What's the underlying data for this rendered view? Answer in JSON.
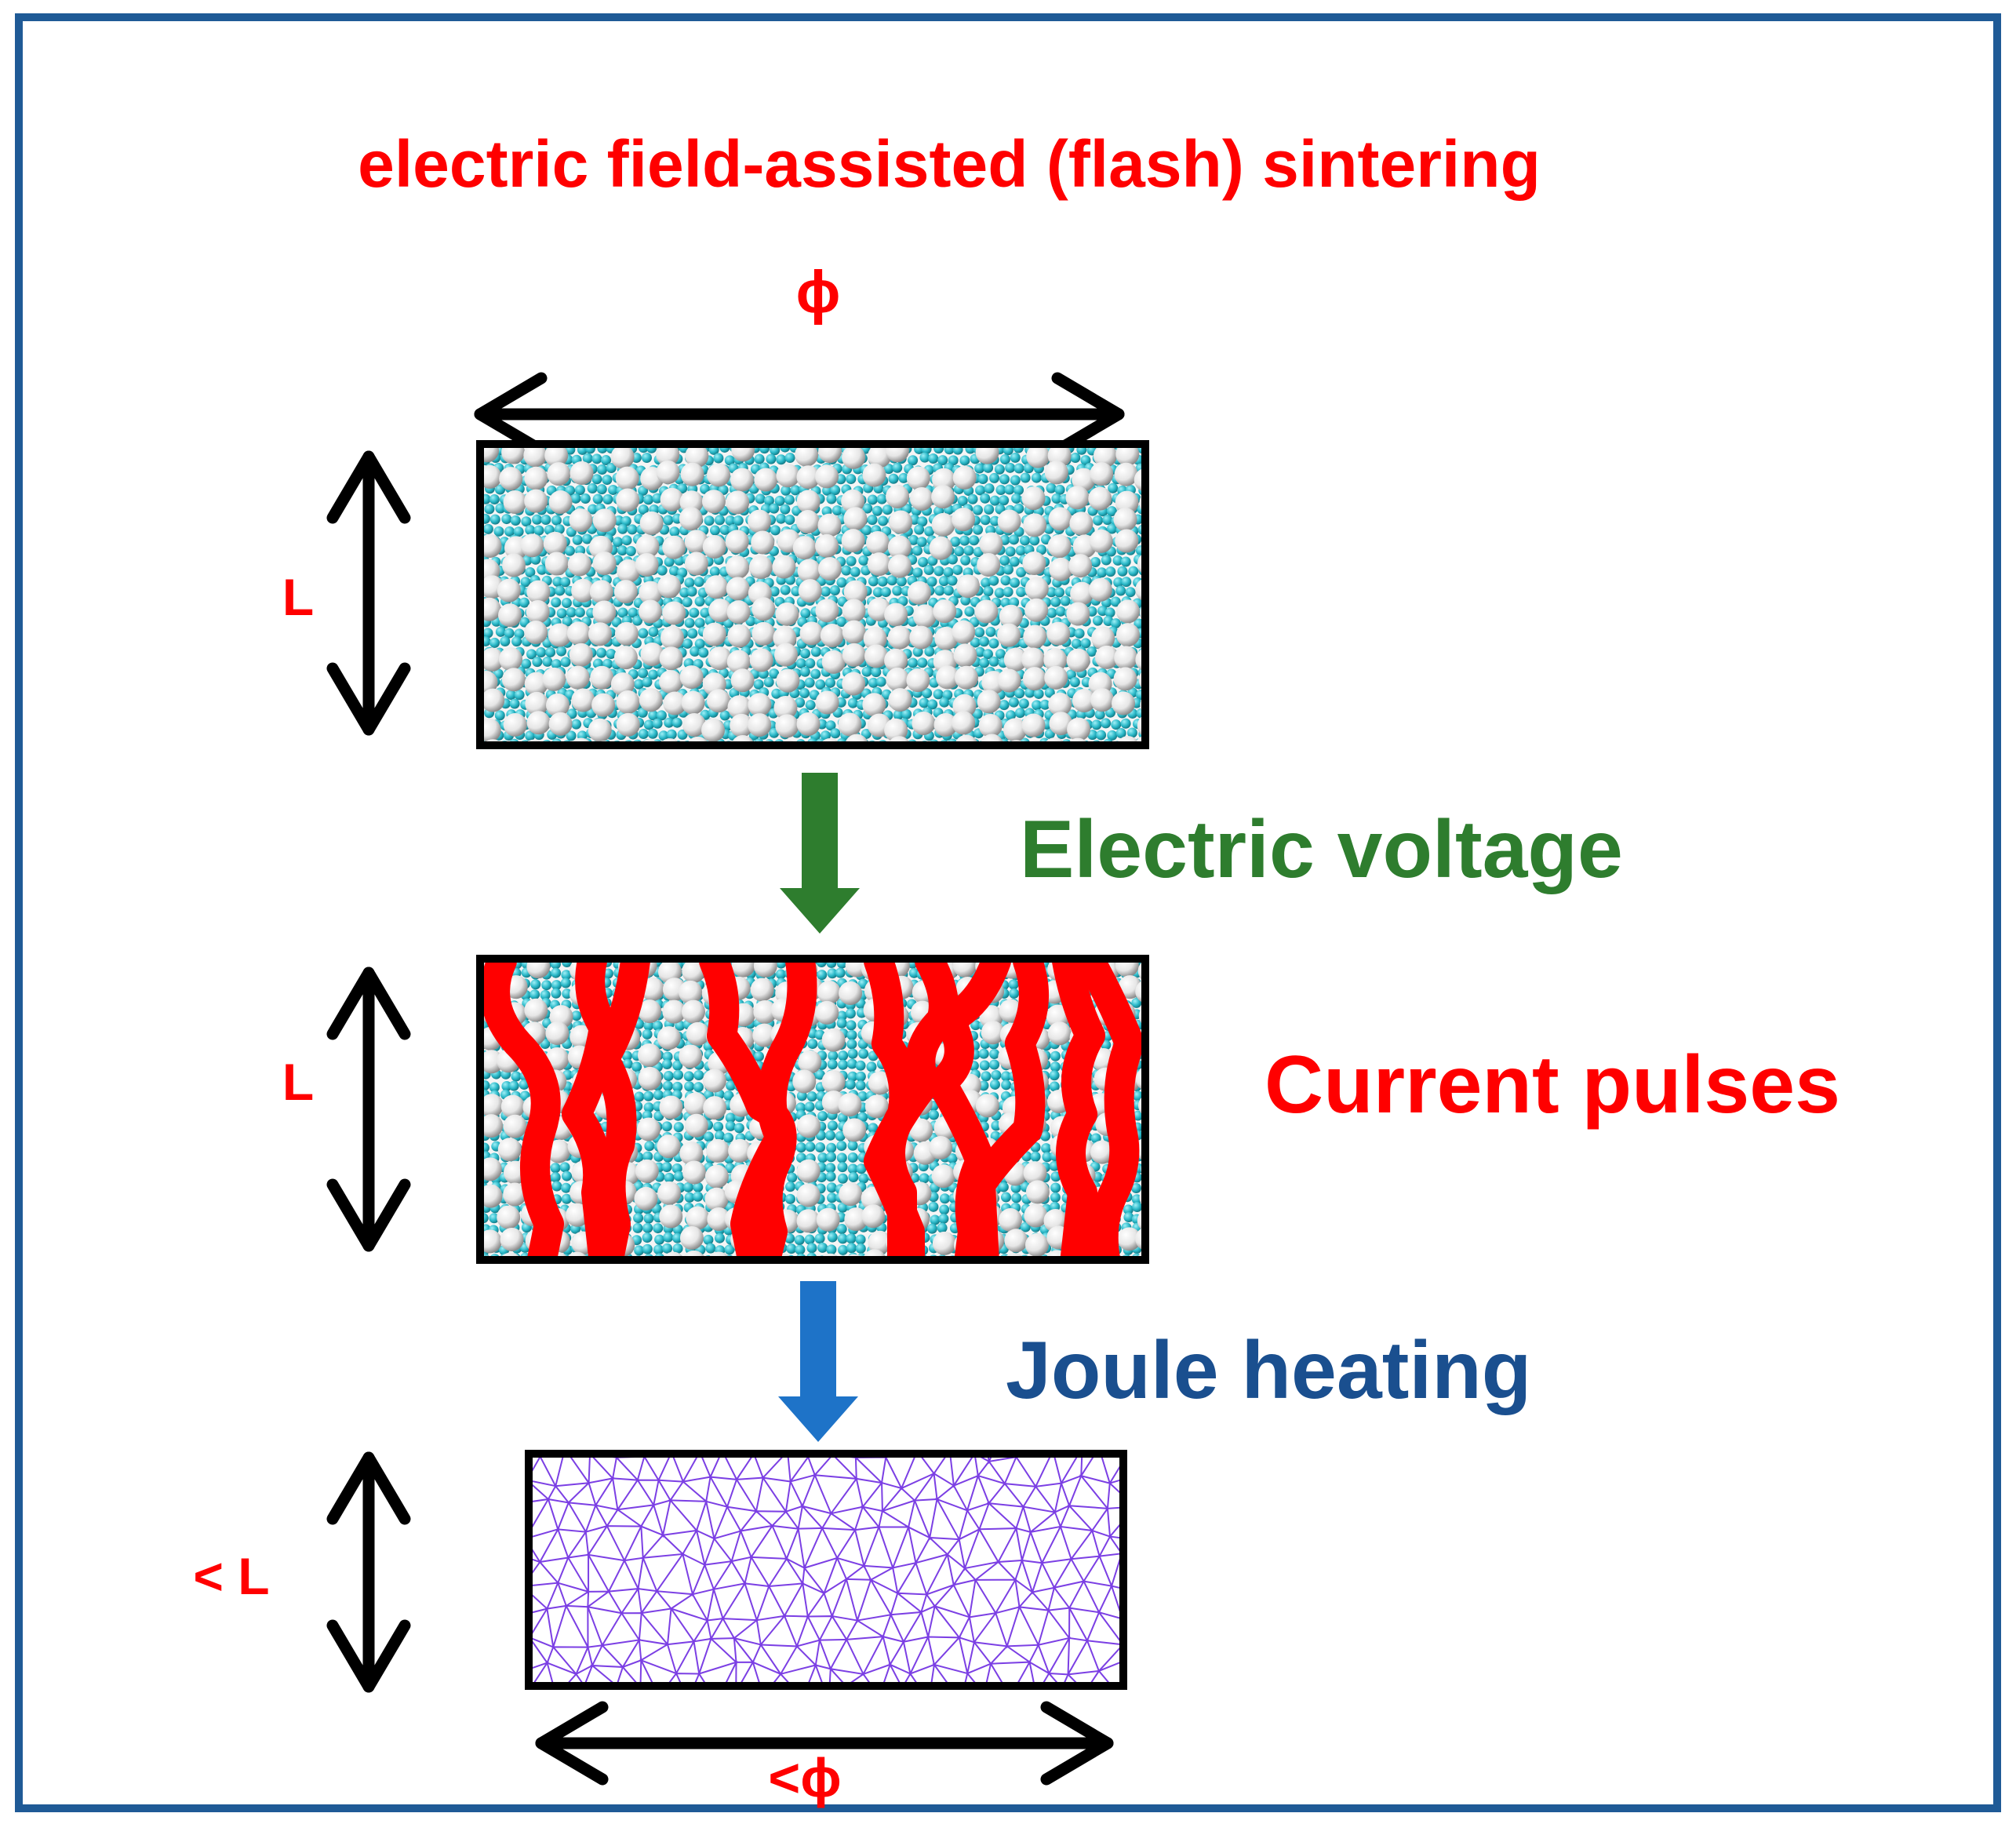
{
  "title": "electric field-assisted (flash) sintering",
  "labels": {
    "phi_top": "ϕ",
    "length_1": "L",
    "length_2": "L",
    "length_3": "< L",
    "phi_bottom": "<ϕ"
  },
  "steps": {
    "step1": "Electric voltage",
    "step2": "Current pulses",
    "step3": "Joule heating"
  },
  "colors": {
    "frame": "#1f5a96",
    "title_red": "#ff0000",
    "green": "#2e7d2e",
    "blue_arrow": "#1e73c8",
    "navy_text": "#1a4f8f",
    "particle_white": "#f2f2f2",
    "particle_cyan": "#2ab8c8",
    "grain_line": "#7b3fe4",
    "current_red": "#ff0000"
  }
}
